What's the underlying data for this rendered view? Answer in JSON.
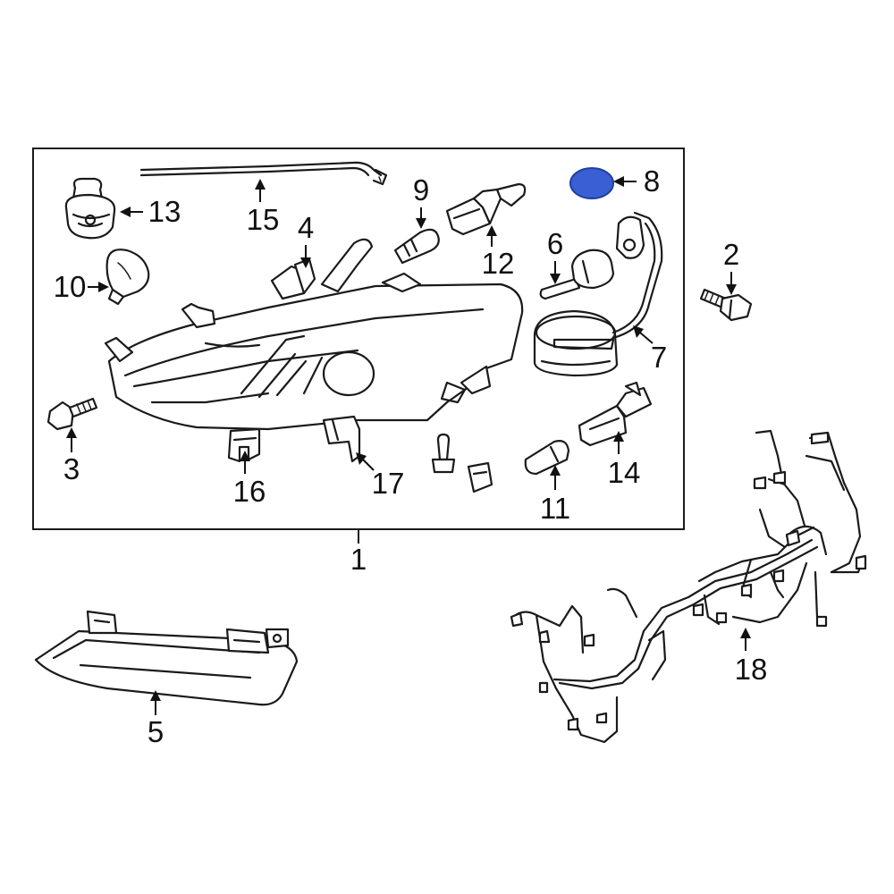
{
  "colors": {
    "line": "#1a1a1a",
    "highlight": "#3a5fd4",
    "highlight_stroke": "#1f3f9f"
  },
  "callouts": {
    "c1": "1",
    "c2": "2",
    "c3": "3",
    "c4": "4",
    "c5": "5",
    "c6": "6",
    "c7": "7",
    "c8": "8",
    "c9": "9",
    "c10": "10",
    "c11": "11",
    "c12": "12",
    "c13": "13",
    "c14": "14",
    "c15": "15",
    "c16": "16",
    "c17": "17",
    "c18": "18"
  }
}
